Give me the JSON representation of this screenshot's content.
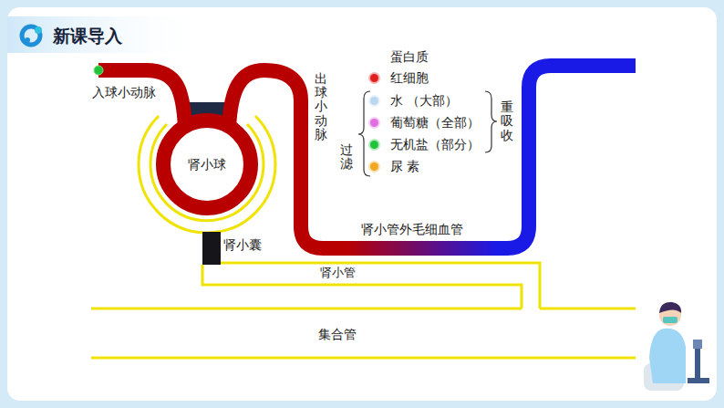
{
  "diagram": {
    "title": "新课导入",
    "nodes": [
      {
        "text": [
          "肾小球"
        ]
      }
    ],
    "labels": [
      "入球小动脉",
      "出球小动脉",
      "蛋白质",
      "过滤",
      "重吸收",
      "肾小囊",
      "肾小管外毛细血管",
      "肾小管",
      "集合管"
    ],
    "legend": [
      {
        "text": "红细胞",
        "color": "#e02020"
      },
      {
        "text": "水 （大部）",
        "color": "#b9d7ef"
      },
      {
        "text": "葡萄糖（全部）",
        "color": "#e070e0"
      },
      {
        "text": "无机盐（部分）",
        "color": "#22c23c"
      },
      {
        "text": "尿 素",
        "color": "#f2a81e"
      }
    ]
  }
}
